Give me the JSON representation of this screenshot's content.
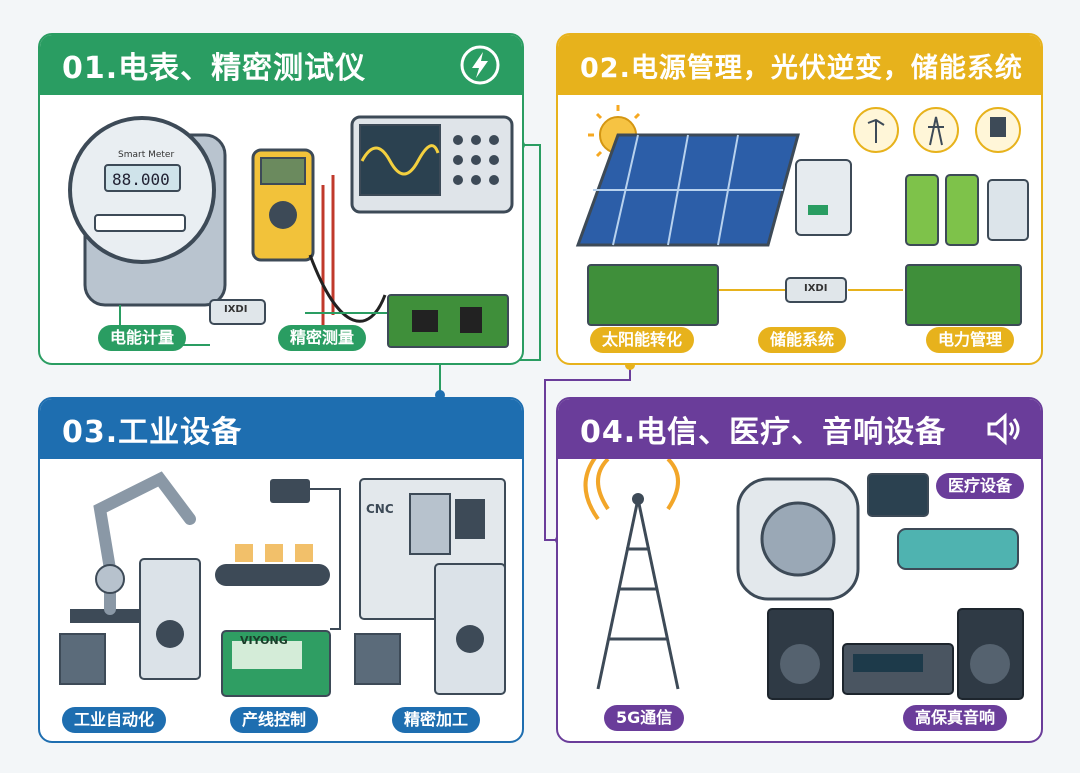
{
  "panels": {
    "p1": {
      "title": "01.电表、精密测试仪",
      "color": "#2a9d62",
      "icon": "lightning-icon",
      "tags": [
        "电能计量",
        "精密测量"
      ],
      "meter_brand": "Smart Meter",
      "meter_reading": "88.000",
      "component": "IXDI"
    },
    "p2": {
      "title": "02.电源管理，光伏逆变，储能系统",
      "color": "#e7b21c",
      "icon": "sun-icon",
      "tags": [
        "太阳能转化",
        "储能系统",
        "电力管理"
      ],
      "component": "IXDI"
    },
    "p3": {
      "title": "03.工业设备",
      "color": "#1e6eb0",
      "icon": "factory-icon",
      "tags": [
        "工业自动化",
        "产线控制",
        "精密加工"
      ],
      "plc_brand": "VIYONG",
      "cnc_label": "CNC"
    },
    "p4": {
      "title": "04.电信、医疗、音响设备",
      "color": "#6a3d9a",
      "icon": "speaker-icon",
      "tags": [
        "5G通信",
        "医疗设备",
        "高保真音响"
      ]
    }
  }
}
